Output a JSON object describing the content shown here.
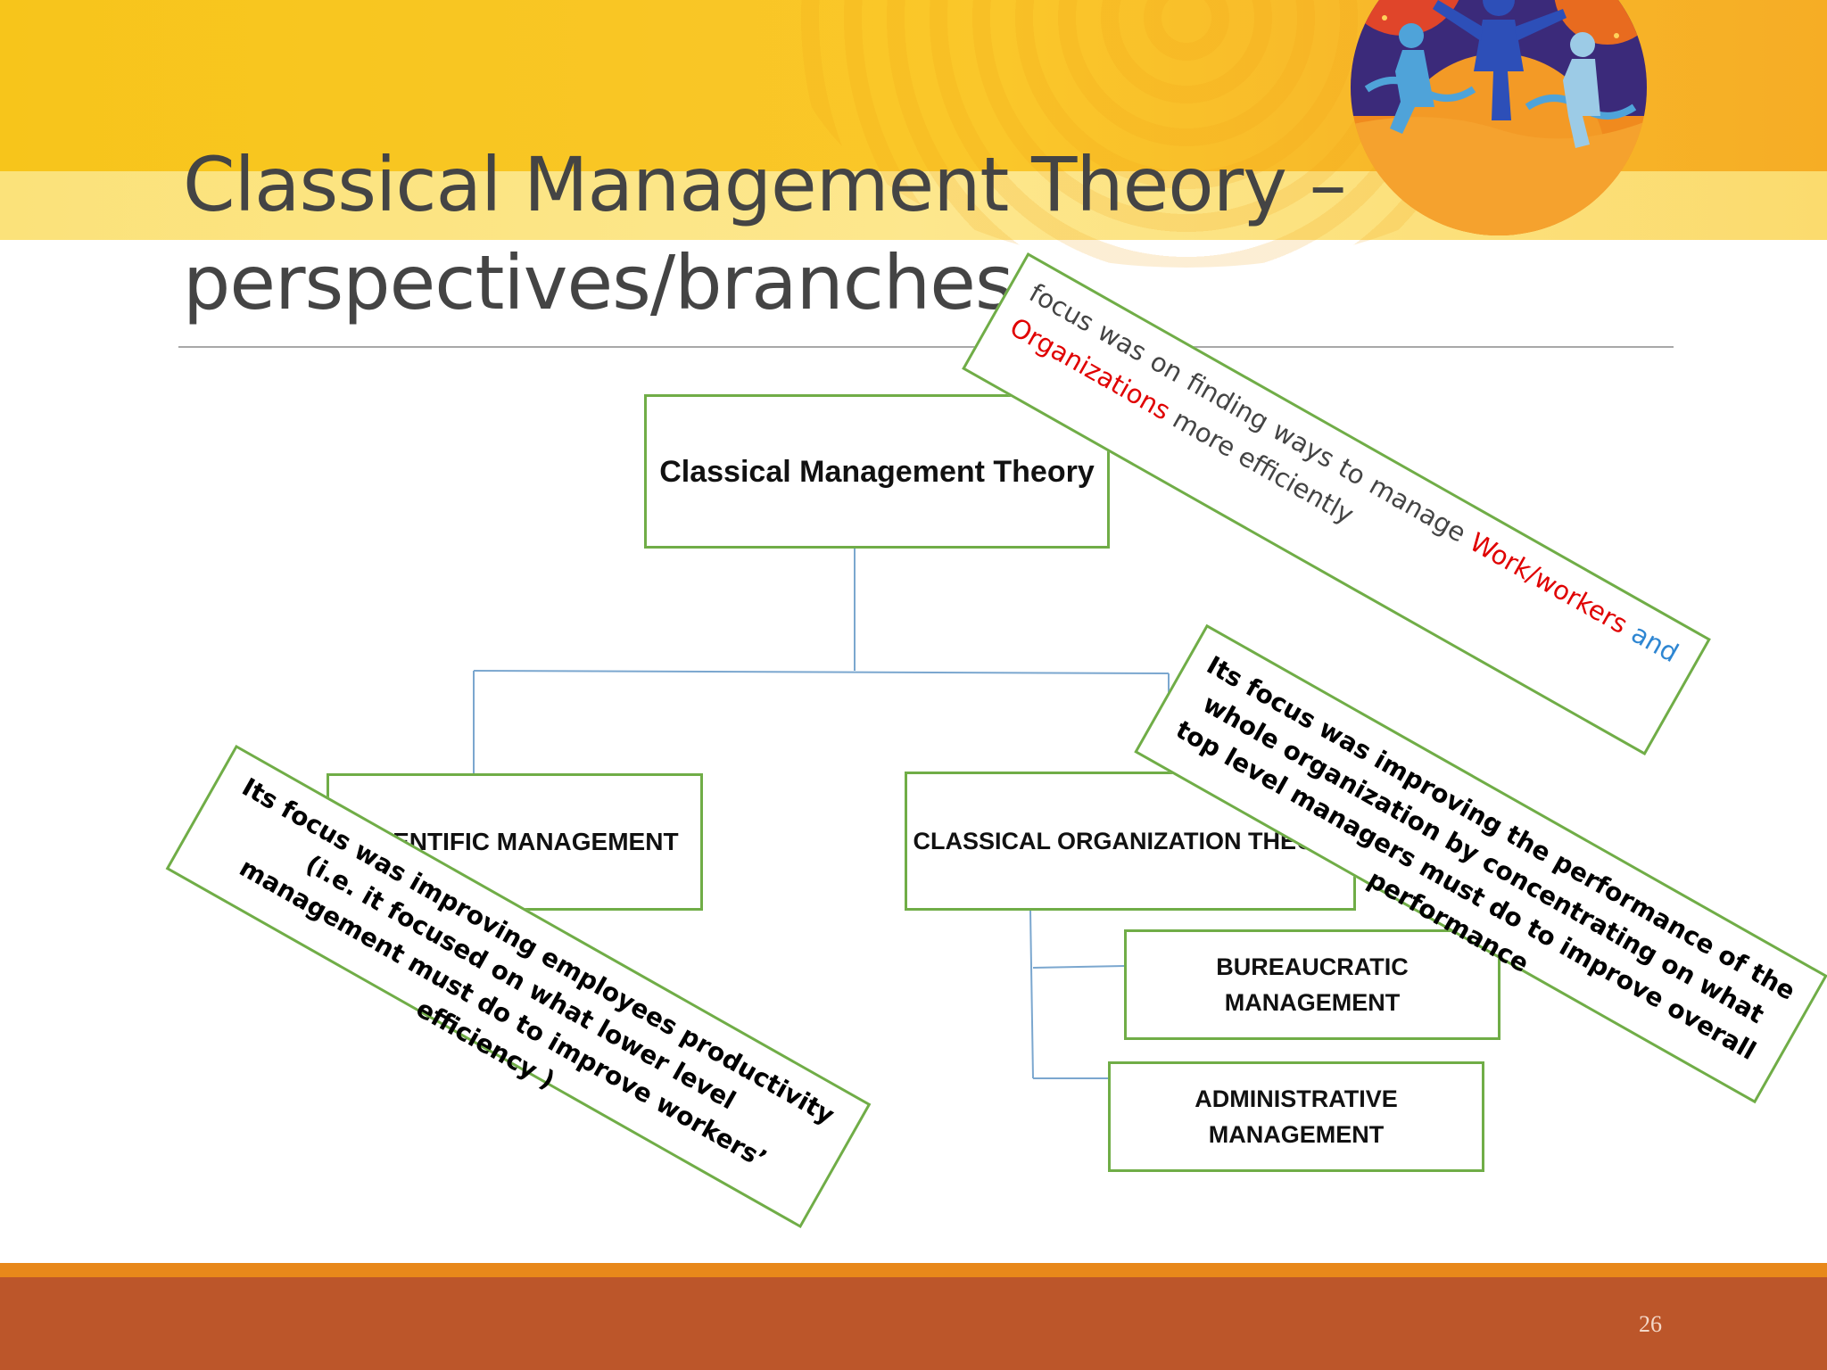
{
  "slide": {
    "title": "Classical Management Theory –\nperspectives/branches",
    "page_number": "26"
  },
  "diagram": {
    "root": "Classical Management Theory",
    "branches": {
      "scientific": "SCIENTIFIC MANAGEMENT",
      "classical_org": "CLASSICAL ORGANIZATION THEORY",
      "bureaucratic": "BUREAUCRATIC MANAGEMENT",
      "administrative": "ADMINISTRATIVE MANAGEMENT"
    }
  },
  "notes": {
    "top": {
      "part1": "focus was on finding ways to manage ",
      "work": "Work/workers",
      "and": "and",
      "organizations": "Organizations",
      "part2": " more efficiently"
    },
    "right": "Its focus was improving  the performance of the whole organization by concentrating on what top level managers must do to improve overall performance",
    "left": "Its focus was improving employees productivity  (i.e. it focused on what lower level management must do to improve workers’ efficiency )"
  },
  "colors": {
    "box_border": "#70ad47",
    "connector": "#7ba7cf",
    "highlight_red": "#e00000",
    "highlight_blue": "#2e86d2",
    "footer": "#bc562a",
    "footer_stripe": "#e8881a",
    "banner": "#f7c51b"
  }
}
